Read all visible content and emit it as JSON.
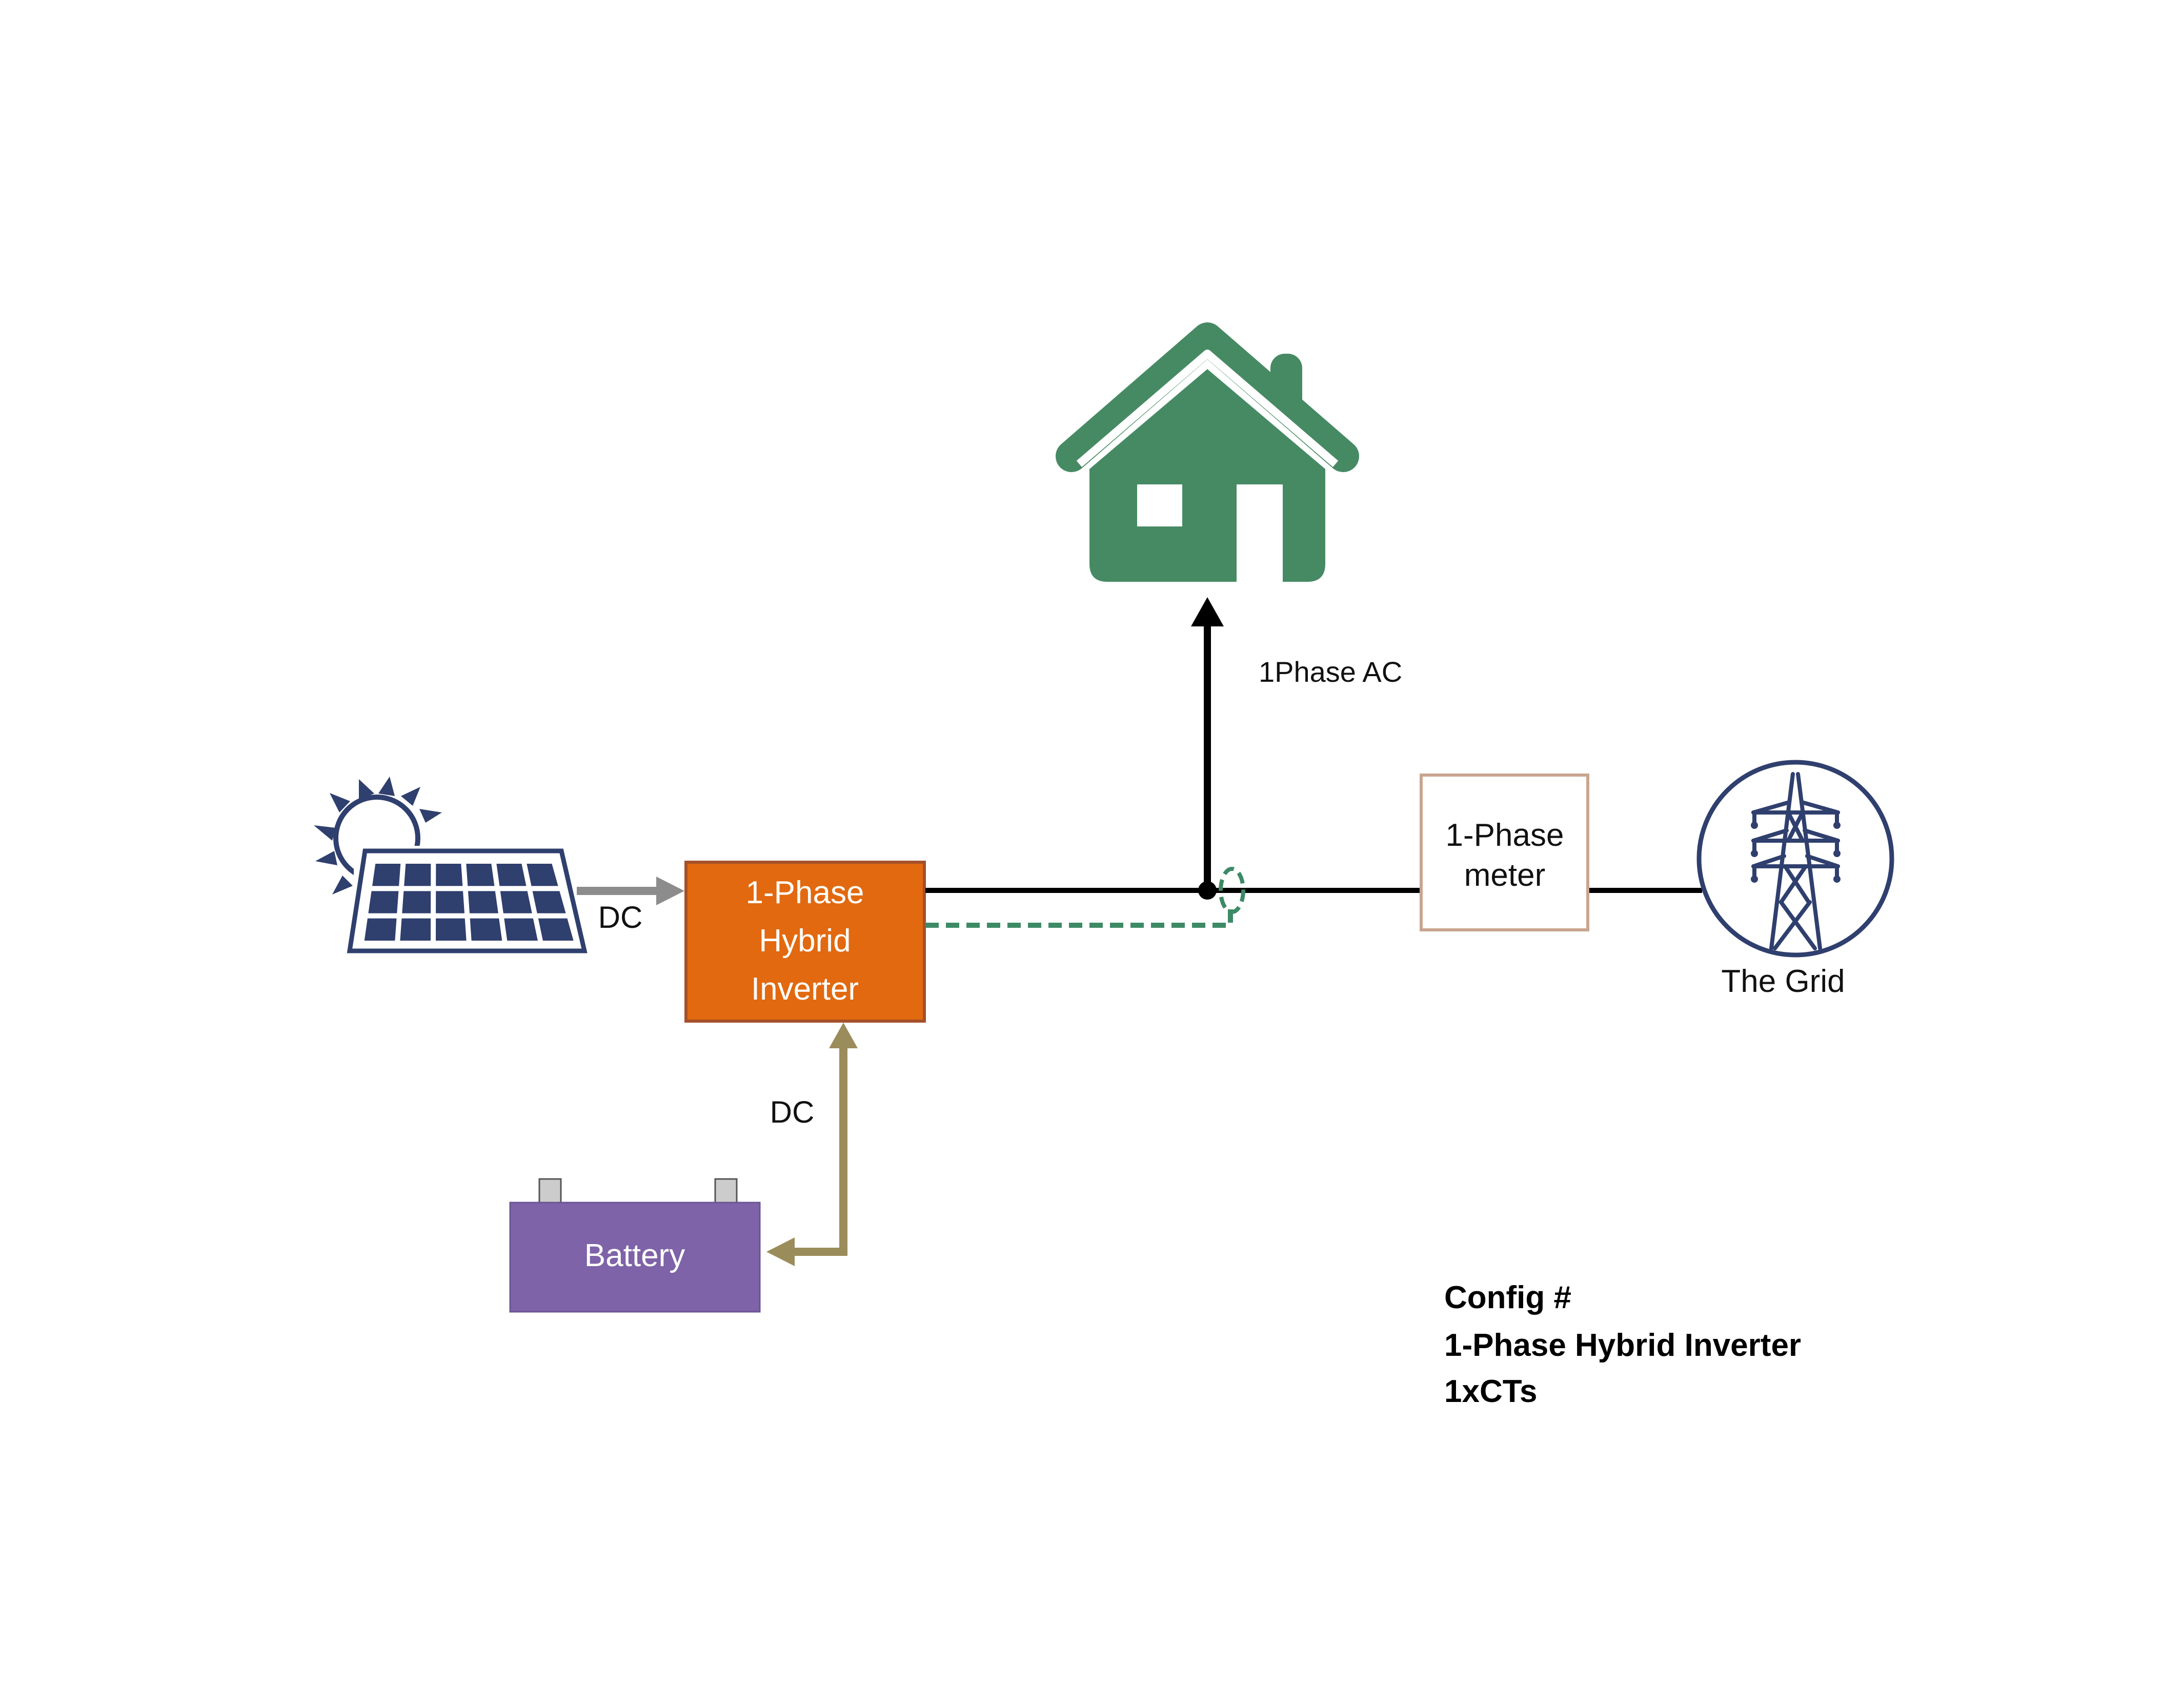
{
  "diagram": {
    "nodes": {
      "solar_panel": {
        "icon": "solar-panel-icon"
      },
      "inverter": {
        "lines": [
          "1-Phase",
          "Hybrid",
          "Inverter"
        ]
      },
      "battery": {
        "label": "Battery"
      },
      "house": {
        "icon": "house-icon"
      },
      "meter": {
        "lines": [
          "1-Phase",
          "meter"
        ]
      },
      "grid": {
        "icon": "transmission-tower-icon",
        "label": "The Grid"
      }
    },
    "edges": {
      "solar_to_inverter": {
        "label": "DC"
      },
      "battery_to_inverter": {
        "label": "DC"
      },
      "bus_to_house": {
        "label": "1Phase AC"
      }
    },
    "config": {
      "lines": [
        "Config #",
        "1-Phase Hybrid Inverter",
        "1xCTs"
      ]
    }
  },
  "colors": {
    "panel": "#2f3f6e",
    "inverter": "#e2690f",
    "inverter_border": "#a4502a",
    "battery": "#7e63a8",
    "house": "#468a63",
    "meter_border": "#c9a58f",
    "grid_circle": "#2f3f6e",
    "dc_arrow_solar": "#8c8c8c",
    "dc_arrow_battery": "#9b8c5b",
    "ct_dashed": "#3d8a66",
    "ac_line": "#000000"
  }
}
